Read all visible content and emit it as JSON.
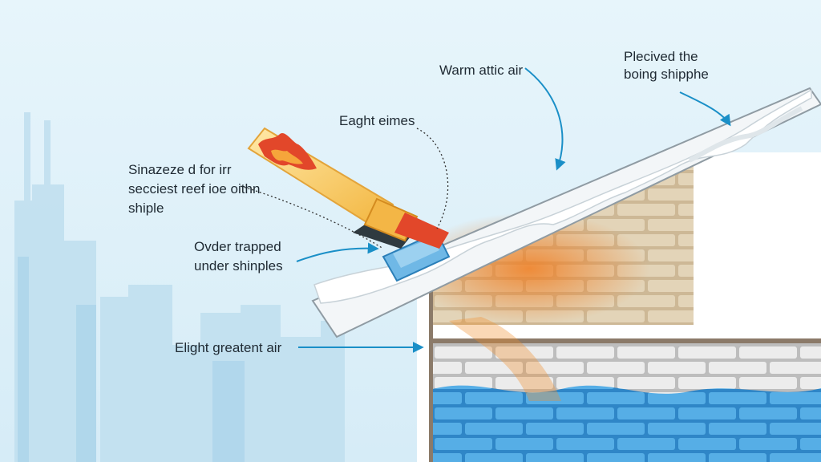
{
  "labels": {
    "warm_attic_air": "Warm attic air",
    "placed_the_boing_shipphe": [
      "Plecived the",
      "boing shipphe"
    ],
    "eaght_eimes": "Eaght eimes",
    "sinazeze": [
      "Sinazeze d for irr",
      "secciest reef ioe oithn",
      "shiple"
    ],
    "ovder_trapped": [
      "Ovder trapped",
      "under shinples"
    ],
    "elight_greatent_air": "Elight greatent air"
  },
  "colors": {
    "sky": "#dff1fa",
    "skyline": "#b9dcee",
    "roof_snow": "#eef4f7",
    "brick_tan": "#d9c7a8",
    "brick_gray": "#e6e6e6",
    "water_blue": "#4ba3df",
    "warm_orange": "#ee8a2f",
    "arrow_blue": "#1a8fc7",
    "heater_yellow": "#f6c55a",
    "flame_red": "#e2472a"
  },
  "icons": [
    "heat-gun-icon",
    "flame-icon",
    "ice-block-icon"
  ]
}
